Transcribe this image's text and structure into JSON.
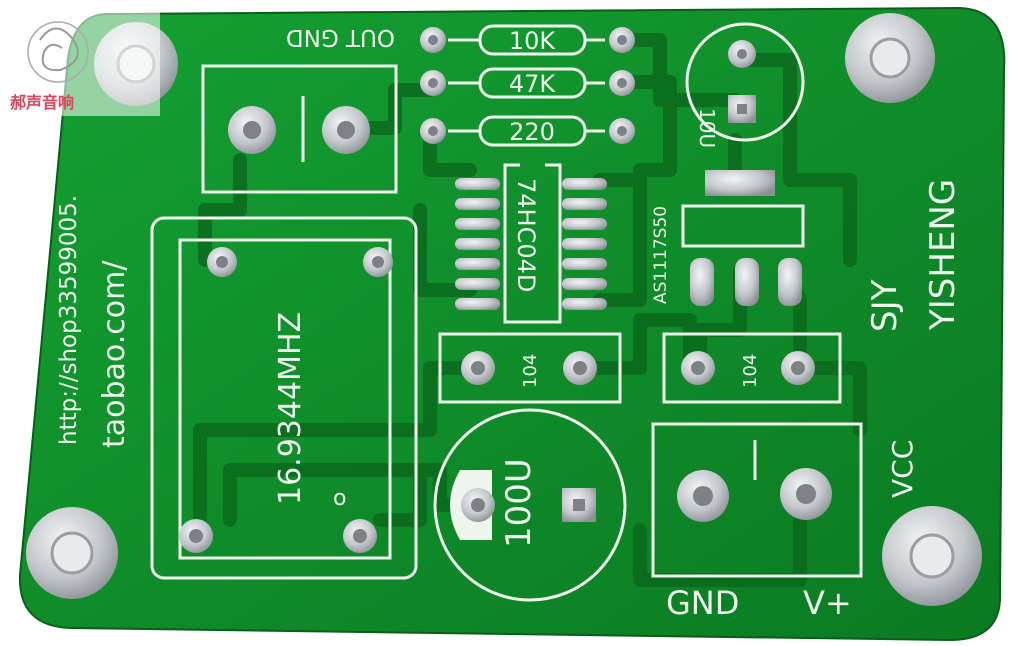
{
  "watermark": {
    "text": "郝声音响"
  },
  "pcb": {
    "board_color": "#0e8c27",
    "silkscreen_color": "#eef5ec",
    "pad_color": "#c9ccd0",
    "labels": {
      "output": "OUT GND",
      "resistor_1": "10K",
      "resistor_2": "47K",
      "resistor_3": "220",
      "cap_small": "10U",
      "ic": "74HC04D",
      "regulator": "AS1117S50",
      "brand_1": "SJY",
      "brand_2": "YISHENG",
      "url_1": "http://shop33599005.",
      "url_2": "taobao.com/",
      "crystal": "16.9344MHZ",
      "crystal_mark": "o",
      "cap_104_a": "104",
      "cap_104_b": "104",
      "cap_big": "100U",
      "power_label": "VCC",
      "gnd": "GND",
      "vplus": "V+"
    }
  }
}
